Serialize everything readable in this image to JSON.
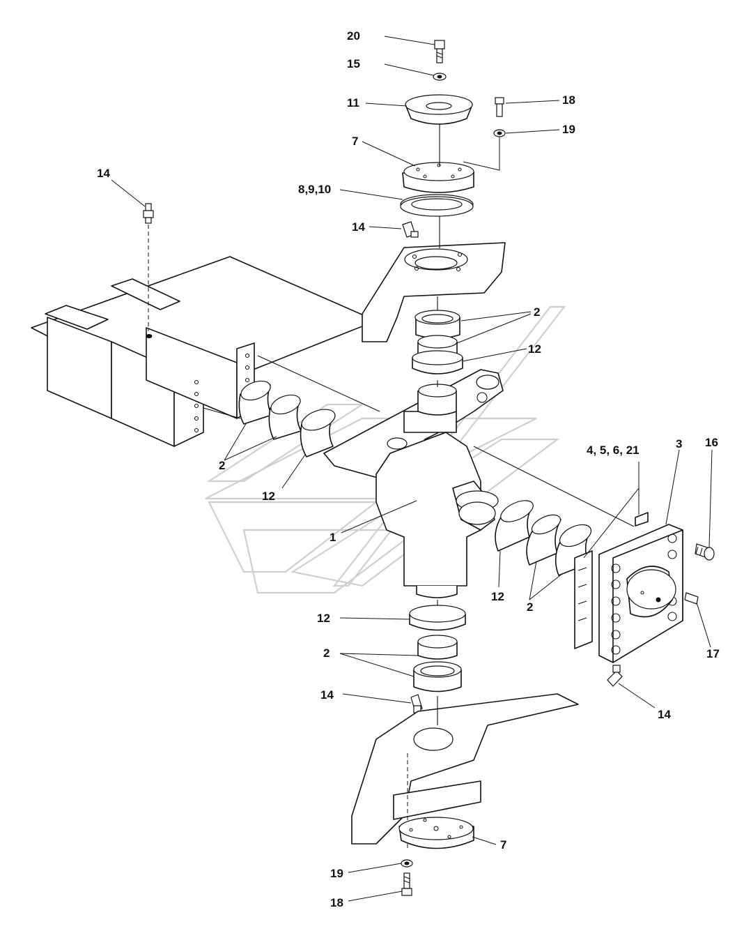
{
  "callouts": {
    "c20": "20",
    "c15": "15",
    "c11": "11",
    "c18_top": "18",
    "c19_top": "19",
    "c7_top": "7",
    "c8_9_10": "8,9,10",
    "c14_left": "14",
    "c14_mid": "14",
    "c2_upper": "2",
    "c12_upper": "12",
    "c2_left": "2",
    "c12_left": "12",
    "c1": "1",
    "c4_5_6_21": "4, 5, 6, 21",
    "c3": "3",
    "c16": "16",
    "c12_right": "12",
    "c2_right": "2",
    "c17": "17",
    "c12_lower": "12",
    "c2_lower": "2",
    "c14_lower": "14",
    "c14_right": "14",
    "c7_bottom": "7",
    "c19_bottom": "19",
    "c18_bottom": "18"
  }
}
